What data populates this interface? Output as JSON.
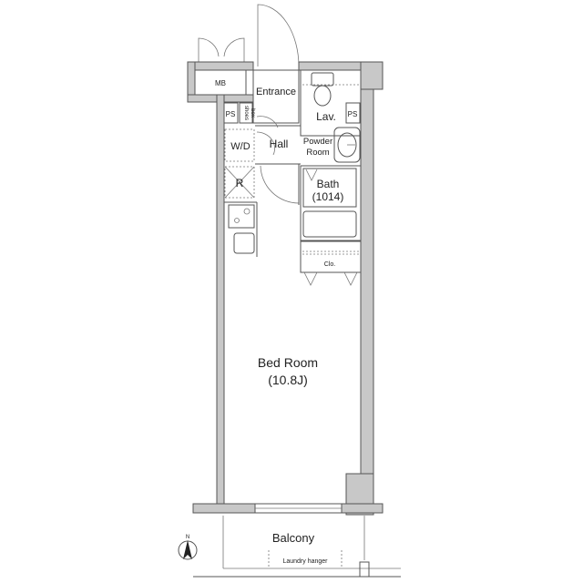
{
  "plan": {
    "rooms": {
      "mb": "MB",
      "entrance": "Entrance",
      "ps_left": "PS",
      "ps_right": "PS",
      "shoes_box_line1": "shoes",
      "shoes_box_line2": "box",
      "lav": "Lav.",
      "wd": "W/D",
      "hall": "Hall",
      "powder_line1": "Powder",
      "powder_line2": "Room",
      "refrigerator": "R",
      "bath": "Bath",
      "bath_size": "(1014)",
      "closet": "Clo.",
      "bedroom": "Bed Room",
      "bedroom_size": "(10.8J)",
      "balcony": "Balcony",
      "laundry_hanger": "Laundry hanger"
    },
    "north_label": "N",
    "colors": {
      "wall": "#c8c8c8",
      "line": "#555555"
    }
  }
}
